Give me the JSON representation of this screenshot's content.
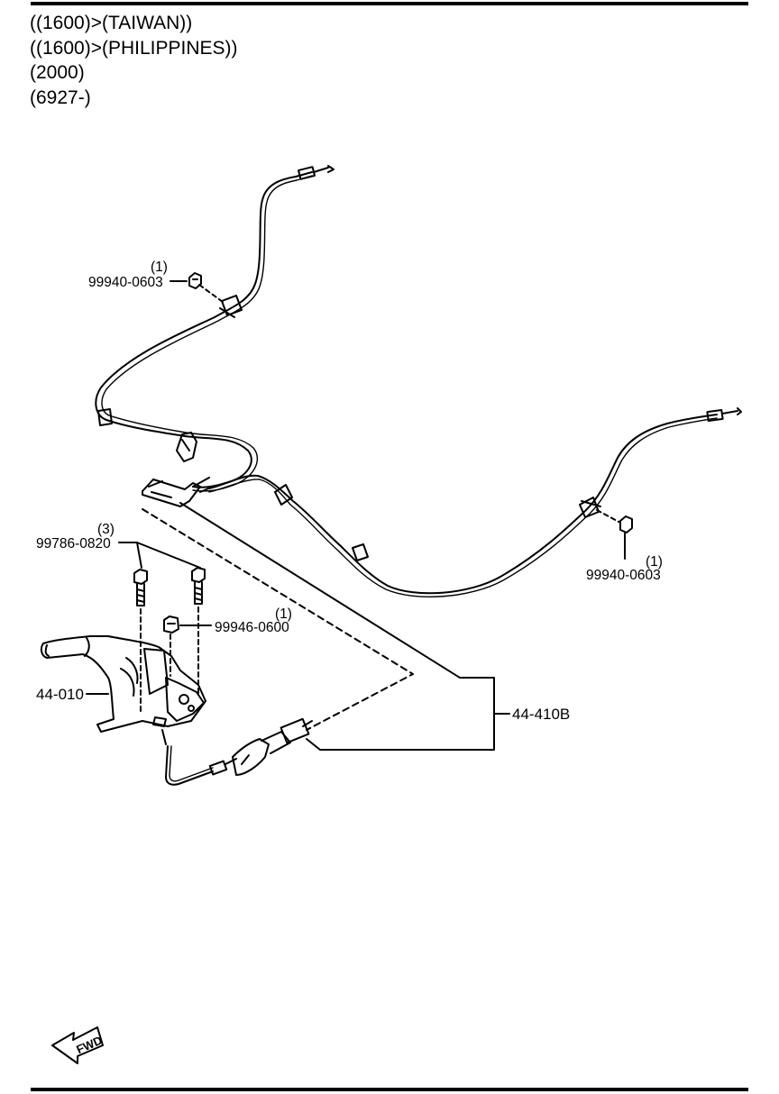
{
  "header": {
    "lines": [
      "((1600)>(TAIWAN))",
      "((1600)>(PHILIPPINES))",
      "(2000)",
      "(6927-)"
    ]
  },
  "callouts": {
    "nut_top": {
      "qty": "(1)",
      "part": "99940-0603"
    },
    "nut_right": {
      "qty": "(1)",
      "part": "99940-0603"
    },
    "bolts": {
      "qty": "(3)",
      "part": "99786-0820"
    },
    "nut_center": {
      "qty": "(1)",
      "part": "99946-0600"
    },
    "lever": {
      "part": "44-010"
    },
    "cable": {
      "part": "44-410B"
    }
  },
  "fwd_arrow": {
    "label": "FWD"
  },
  "icons": [
    "fwd-arrow-icon"
  ]
}
